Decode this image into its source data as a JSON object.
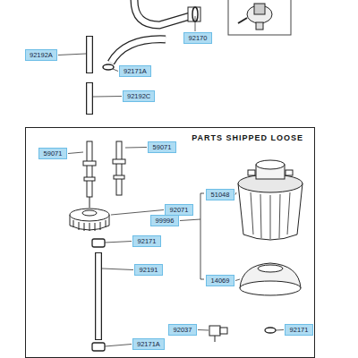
{
  "diagram": {
    "nodes": [
      {
        "text": [
          "PARTS SHIPPED LOOSE"
        ]
      }
    ],
    "labels": [
      "92170",
      "92192A",
      "92171A",
      "92192C",
      "59071",
      "59071",
      "92071",
      "51048",
      "99996",
      "92171",
      "14069",
      "92191",
      "92037",
      "92171",
      "92171A"
    ]
  }
}
